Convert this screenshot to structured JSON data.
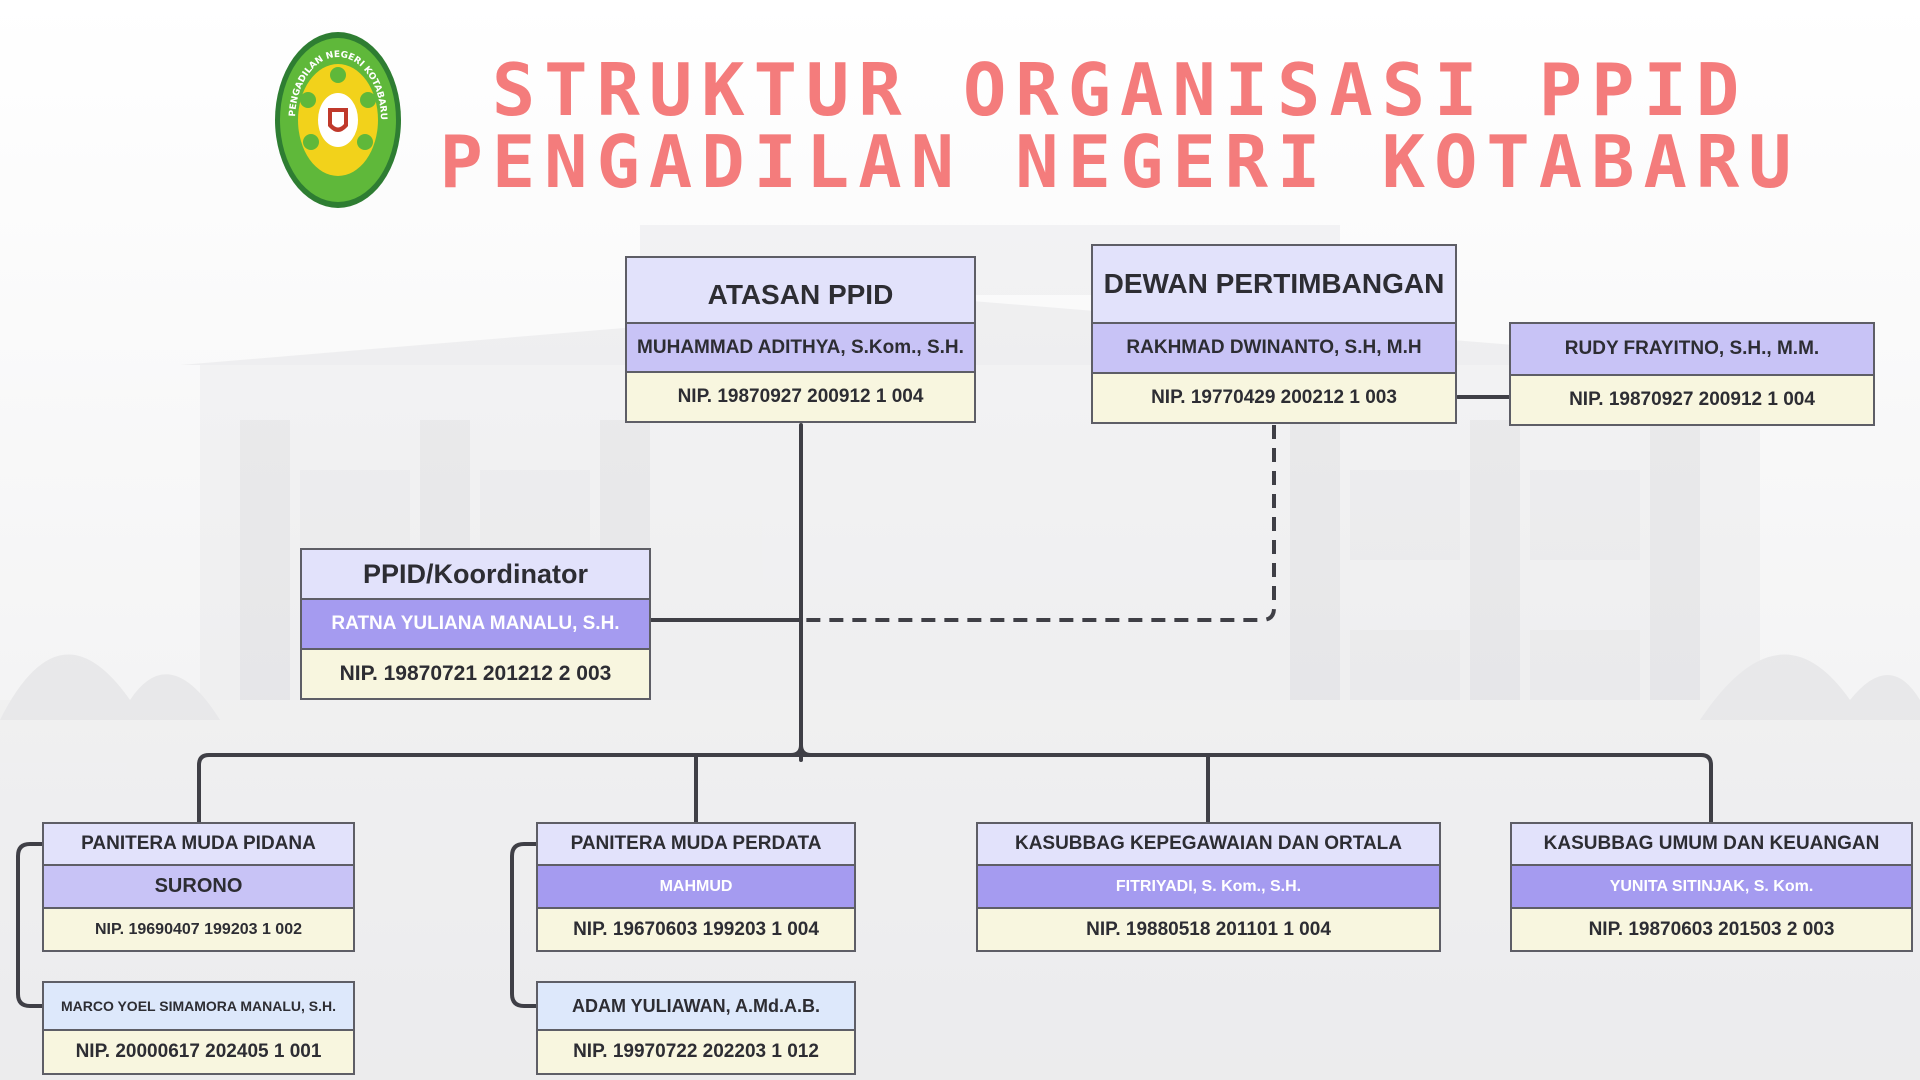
{
  "title": {
    "line1": "STRUKTUR ORGANISASI PPID",
    "line2": "PENGADILAN NEGERI KOTABARU"
  },
  "logo": {
    "ring_text": "PENGADILAN NEGERI KOTABARU",
    "colors": {
      "green": "#5fb83a",
      "dark_green": "#2e7d32",
      "yellow": "#f2d21b",
      "red": "#c0392b"
    }
  },
  "colors": {
    "title": "#f47c7c",
    "header_fill": "#e2e2fb",
    "name_fill": "#c8c3f6",
    "name_fill_strong": "#a59bf0",
    "nip_fill": "#f8f6df",
    "line": "#3f3f46"
  },
  "boxes": {
    "atasan": {
      "title": "ATASAN PPID",
      "name": "MUHAMMAD ADITHYA, S.Kom., S.H.",
      "nip": "NIP. 19870927 200912 1 004"
    },
    "dewan": {
      "title": "DEWAN PERTIMBANGAN",
      "name": "RAKHMAD DWINANTO, S.H, M.H",
      "nip": "NIP. 19770429 200212 1 003"
    },
    "dewan_member": {
      "name": "RUDY FRAYITNO, S.H., M.M.",
      "nip": "NIP. 19870927 200912 1 004"
    },
    "koordinator": {
      "title": "PPID/Koordinator",
      "name": "RATNA YULIANA MANALU, S.H.",
      "nip": "NIP. 19870721 201212 2 003"
    },
    "pidana": {
      "title": "PANITERA MUDA PIDANA",
      "name": "SURONO",
      "nip": "NIP. 19690407 199203 1 002"
    },
    "pidana_staff": {
      "name": "MARCO YOEL SIMAMORA MANALU, S.H.",
      "nip": "NIP. 20000617 202405 1 001"
    },
    "perdata": {
      "title": "PANITERA MUDA PERDATA",
      "name": "MAHMUD",
      "nip": "NIP. 19670603 199203 1 004"
    },
    "perdata_staff": {
      "name": "ADAM YULIAWAN, A.Md.A.B.",
      "nip": "NIP. 19970722 202203 1 012"
    },
    "kepegawaian": {
      "title": "KASUBBAG KEPEGAWAIAN DAN ORTALA",
      "name": "FITRIYADI, S. Kom., S.H.",
      "nip": "NIP. 19880518 201101 1 004"
    },
    "umum": {
      "title": "KASUBBAG UMUM DAN KEUANGAN",
      "name": "YUNITA SITINJAK, S. Kom.",
      "nip": "NIP. 19870603 201503 2 003"
    }
  }
}
